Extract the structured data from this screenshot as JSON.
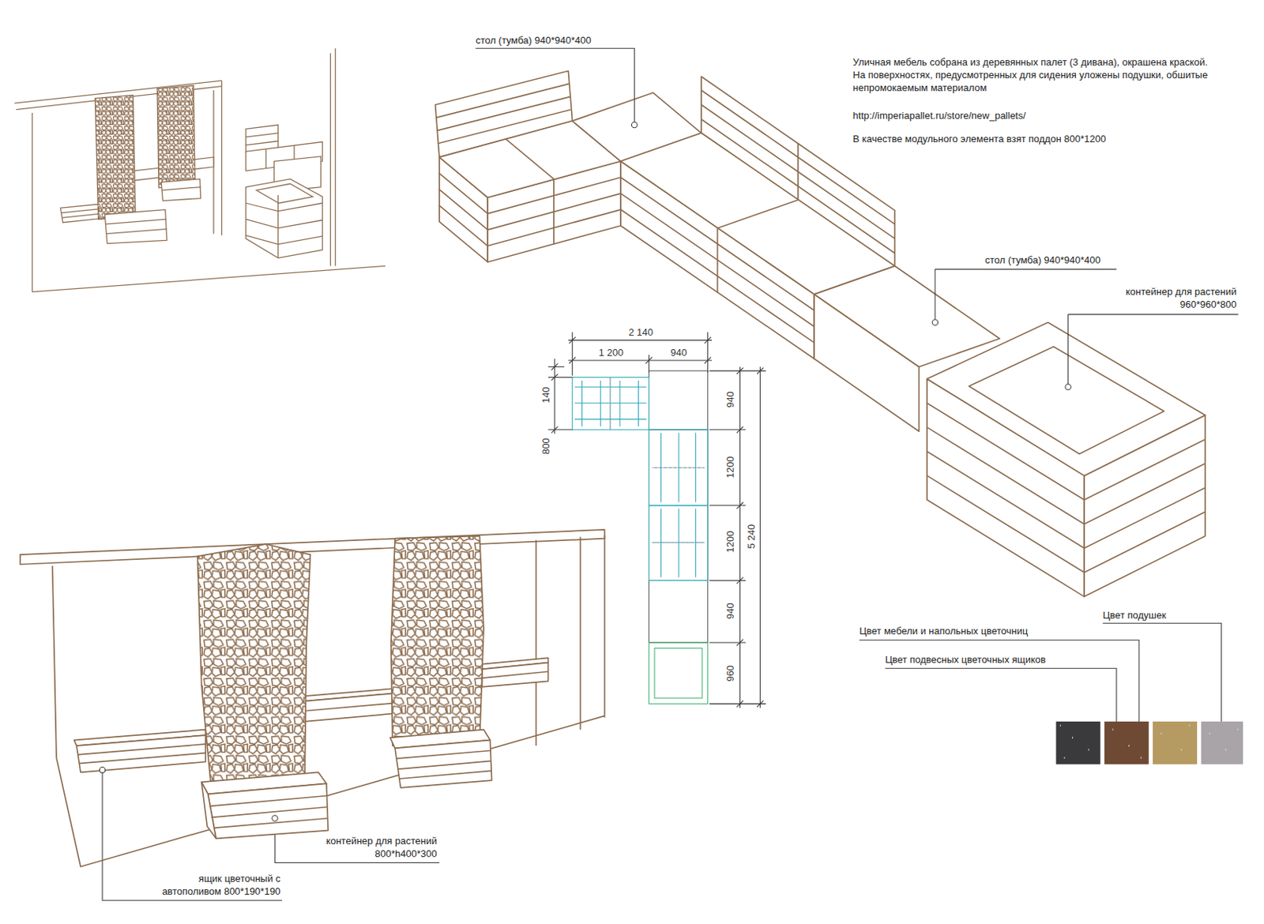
{
  "diagram": {
    "labels": [
      "стол (тумба) 940*940*400",
      "Уличная мебель собрана из деревянных палет (3 дивана), окрашена краской. На поверхностях, предусмотренных для сидения уложены подушки, обшитые непромокаемым материалом",
      "http://imperiapallet.ru/store/new_pallets/",
      "В качестве модульного элемента взят поддон 800*1200",
      "стол (тумба) 940*940*400",
      "контейнер для растений 960*960*800",
      "2 140",
      "1 200",
      "940",
      "140",
      "800",
      "940",
      "1200",
      "1200",
      "940",
      "960",
      "5 240",
      "Цвет подушек",
      "Цвет мебели и напольных цветочниц",
      "Цвет подвесных цветочных ящиков",
      "контейнер для растений 800*h400*300",
      "ящик цветочный с автополивом 800*190*190"
    ]
  }
}
